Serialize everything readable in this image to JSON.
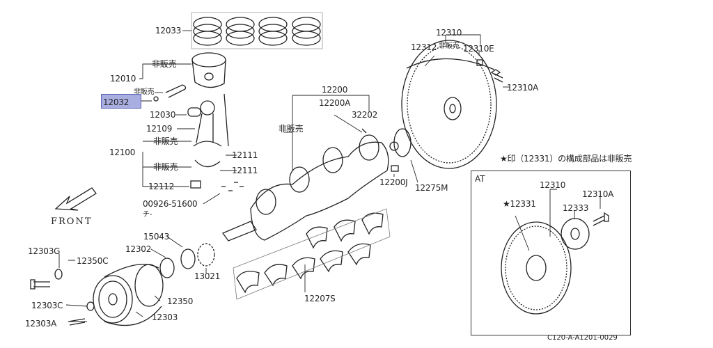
{
  "diagram": {
    "labels": {
      "p12033": "12033",
      "p12010": "12010",
      "nonsale1": "非販売",
      "nonsale2": "非販売",
      "p12032": "12032",
      "p12030": "12030",
      "p12109": "12109",
      "nonsale3": "非販売",
      "p12100": "12100",
      "p12111a": "12111",
      "nonsale4": "非販売",
      "p12111b": "12111",
      "p12112": "12112",
      "p00926": "00926-51600",
      "p00926_sub": "チ-",
      "front": "FRONT",
      "p12303G": "12303G",
      "p12350C": "12350C",
      "p12303C": "12303C",
      "p12303A": "12303A",
      "p12350": "12350",
      "p12303": "12303",
      "p15043": "15043",
      "p12302": "12302",
      "p13021": "13021",
      "p12200": "12200",
      "p12200A": "12200A",
      "p32202": "32202",
      "nonsale5": "非販売",
      "p12200J": "12200J",
      "p12275M": "12275M",
      "p12207S": "12207S",
      "p12310": "12310",
      "p12312": "12312",
      "nonsale6": "非販売",
      "p12310E": "12310E",
      "p12310A": "12310A",
      "note": "★印（12331）の構成部品は非販売",
      "at": "AT",
      "at12310": "12310",
      "at12331": "★12331",
      "at12310A": "12310A",
      "at12333": "12333",
      "code": "C120-A-A1201-0029"
    },
    "highlight_color": "#a9aee0"
  }
}
